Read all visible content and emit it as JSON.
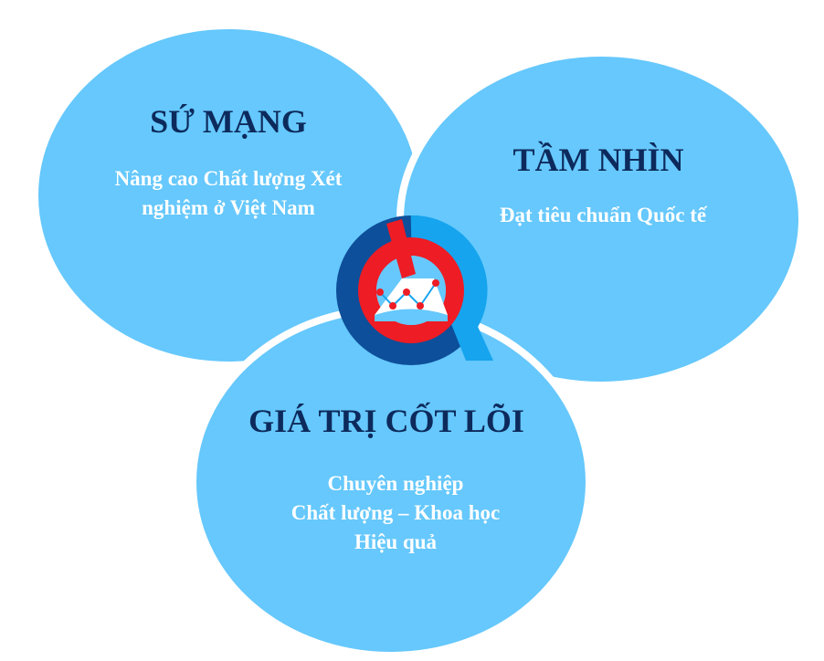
{
  "colors": {
    "circle": "#66c8fc",
    "title": "#0d2a5c",
    "body": "#ffffff"
  },
  "mission": {
    "title": "SỨ MẠNG",
    "lines": [
      "Nâng cao Chất lượng Xét",
      "nghiệm ở Việt Nam"
    ]
  },
  "vision": {
    "title": "TẦM NHÌN",
    "lines": [
      "Đạt tiêu chuẩn Quốc tế"
    ]
  },
  "values": {
    "title": "GIÁ TRỊ CỐT LÕI",
    "lines": [
      "Chuyên nghiệp",
      "Chất lượng – Khoa học",
      "Hiệu quả"
    ]
  },
  "logo": {
    "icon": "qc-microscope-logo"
  }
}
